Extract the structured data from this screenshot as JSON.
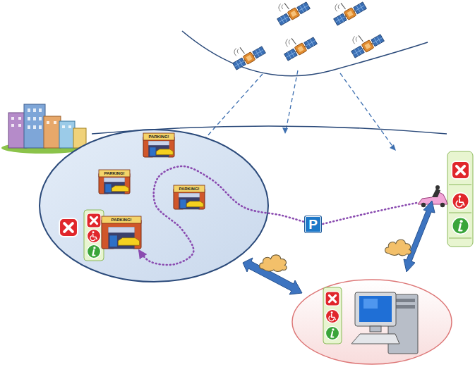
{
  "diagram": {
    "nodes": [
      {
        "text": [
          "PARKING!"
        ]
      },
      {
        "text": [
          "PARKING!"
        ]
      },
      {
        "text": [
          "PARKING!"
        ]
      },
      {
        "text": [
          "PARKING!"
        ]
      },
      {
        "text": [
          "P"
        ]
      }
    ],
    "edges": [
      {
        "from": 4,
        "to": 3,
        "arrow": "to"
      }
    ]
  }
}
